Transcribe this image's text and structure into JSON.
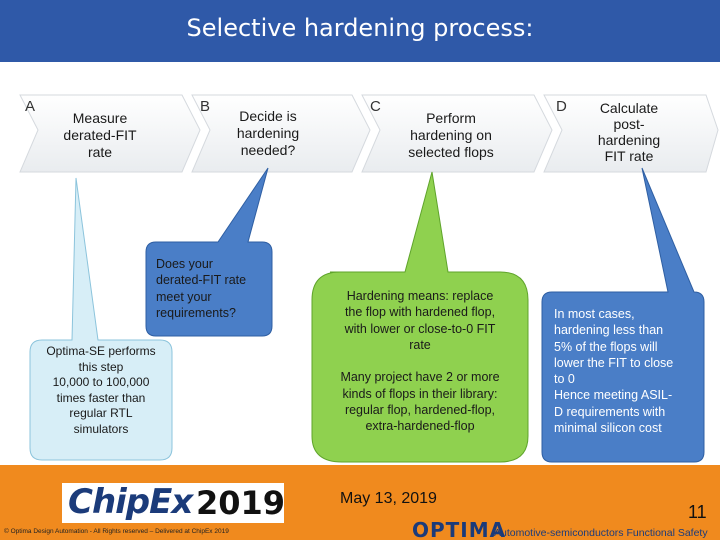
{
  "title": "Selective hardening process:",
  "steps": [
    {
      "letter": "A",
      "text": "Measure\nderated-FIT\nrate"
    },
    {
      "letter": "B",
      "text": "Decide is\nhardening\nneeded?"
    },
    {
      "letter": "C",
      "text": "Perform\nhardening on\nselected flops"
    },
    {
      "letter": "D",
      "text": "Calculate\npost-\nhardening\nFIT rate"
    }
  ],
  "callouts": {
    "a": "Optima-SE performs\nthis step\n10,000 to 100,000\ntimes faster than\nregular RTL\nsimulators",
    "b": "Does your\nderated-FIT rate\nmeet your\nrequirements?",
    "c": "Hardening means: replace\nthe flop with hardened flop,\nwith lower or close-to-0 FIT\nrate\n\nMany project have 2 or more\nkinds of flops in their library:\nregular flop, hardened-flop,\nextra-hardened-flop",
    "d": "In most cases,\nhardening less than\n5% of the flops will\nlower the FIT to close\nto 0\nHence meeting ASIL-\nD requirements with\nminimal silicon cost"
  },
  "footer": {
    "logo_chip": "ChipEx",
    "logo_year": "2019",
    "date": "May 13, 2019",
    "page": "11",
    "copyright": "© Optima Design Automation - All Rights reserved – Delivered at ChipEx 2019",
    "company": "OPTIMA",
    "tagline": "Automotive-semiconductors Functional Safety"
  },
  "colors": {
    "header": "#2f59a8",
    "callout_a": "#d7eef7",
    "callout_b": "#4a7ec7",
    "callout_c": "#8fd14f",
    "callout_d": "#4a7ec7",
    "footer": "#f08a1e"
  }
}
